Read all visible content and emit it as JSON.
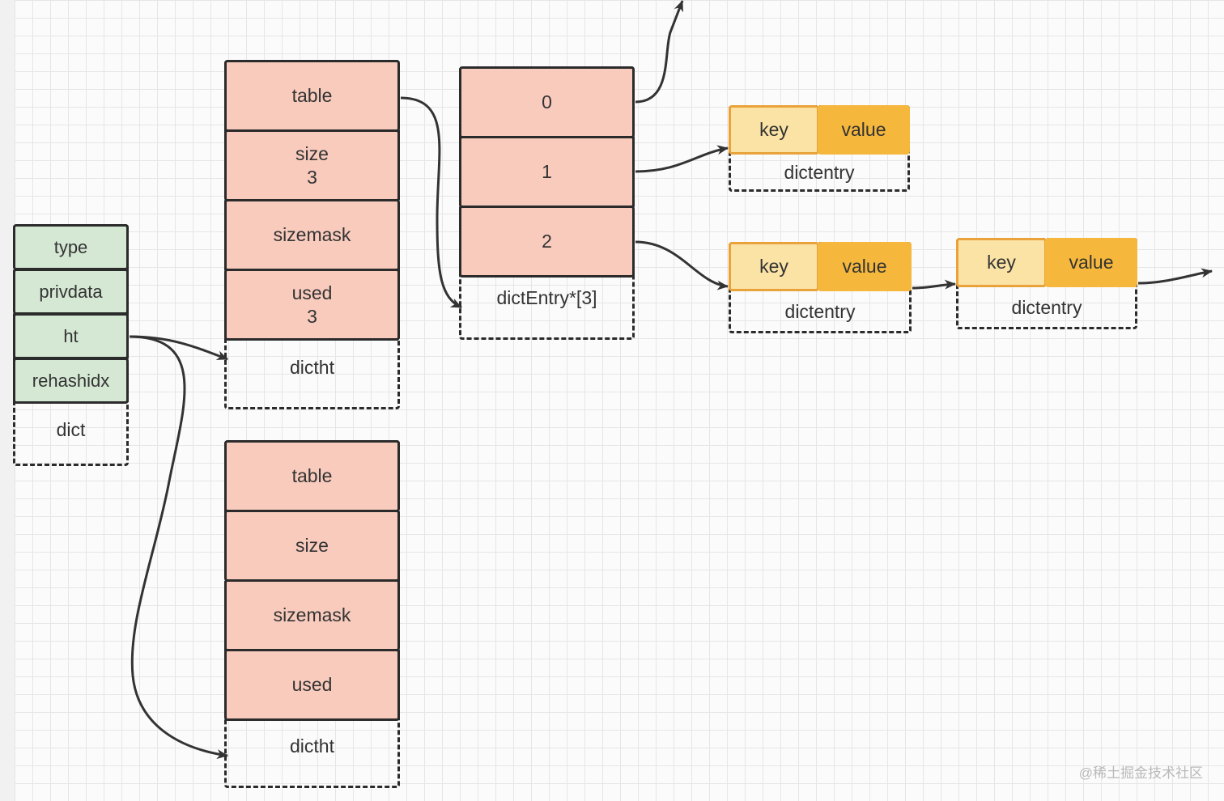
{
  "dict": {
    "fields": [
      "type",
      "privdata",
      "ht",
      "rehashidx"
    ],
    "label": "dict"
  },
  "dictht_0": {
    "fields": [
      {
        "name": "table",
        "value": ""
      },
      {
        "name": "size",
        "value": "3"
      },
      {
        "name": "sizemask",
        "value": ""
      },
      {
        "name": "used",
        "value": "3"
      }
    ],
    "label": "dictht"
  },
  "dictht_1": {
    "fields": [
      {
        "name": "table",
        "value": ""
      },
      {
        "name": "size",
        "value": ""
      },
      {
        "name": "sizemask",
        "value": ""
      },
      {
        "name": "used",
        "value": ""
      }
    ],
    "label": "dictht"
  },
  "table_array": {
    "slots": [
      "0",
      "1",
      "2"
    ],
    "label": "dictEntry*[3]"
  },
  "entries": [
    {
      "key": "key",
      "value": "value",
      "label": "dictentry"
    },
    {
      "key": "key",
      "value": "value",
      "label": "dictentry"
    },
    {
      "key": "key",
      "value": "value",
      "label": "dictentry"
    }
  ],
  "watermark": "@稀土掘金技术社区",
  "colors": {
    "dict_field": "#d5e8d4",
    "dictht_field": "#f8cbbd",
    "entry_key": "#fbe3a6",
    "entry_value": "#f5b73c",
    "stroke": "#2b2b2b"
  }
}
